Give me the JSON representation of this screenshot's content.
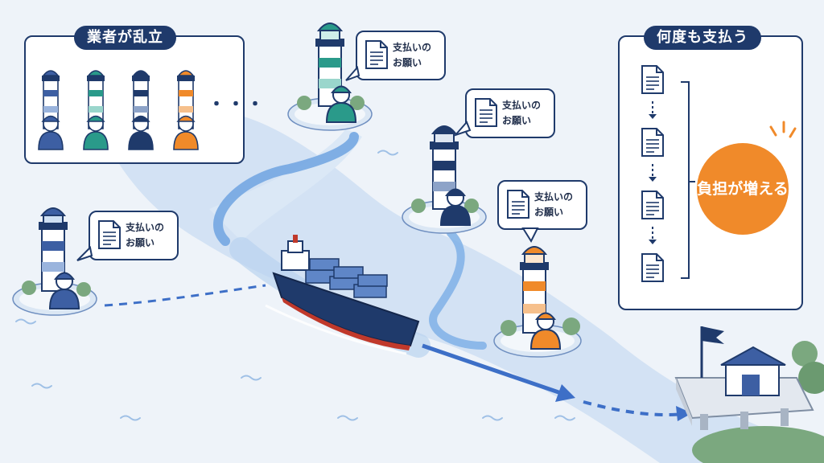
{
  "vendors_panel": {
    "title": "業者が乱立",
    "vendor_colors": [
      "#3d5fa3",
      "#2a9a8a",
      "#1f3a6b",
      "#f08a2a"
    ],
    "more": "・・・"
  },
  "repeat_panel": {
    "title": "何度も支払う",
    "documents": 4,
    "result": "負担が増える"
  },
  "requests": [
    {
      "text_line1": "支払いの",
      "text_line2": "お願い"
    },
    {
      "text_line1": "支払いの",
      "text_line2": "お願い"
    },
    {
      "text_line1": "支払いの",
      "text_line2": "お願い"
    },
    {
      "text_line1": "支払いの",
      "text_line2": "お願い"
    }
  ],
  "lighthouse_colors": {
    "blue": "#3d5fa3",
    "teal": "#2a9a8a",
    "navy": "#1f3a6b",
    "orange": "#f08a2a"
  },
  "icons": [
    "lighthouse-icon",
    "worker-icon",
    "document-icon",
    "ship-icon",
    "flag-icon",
    "warehouse-icon",
    "arrow-icon"
  ]
}
